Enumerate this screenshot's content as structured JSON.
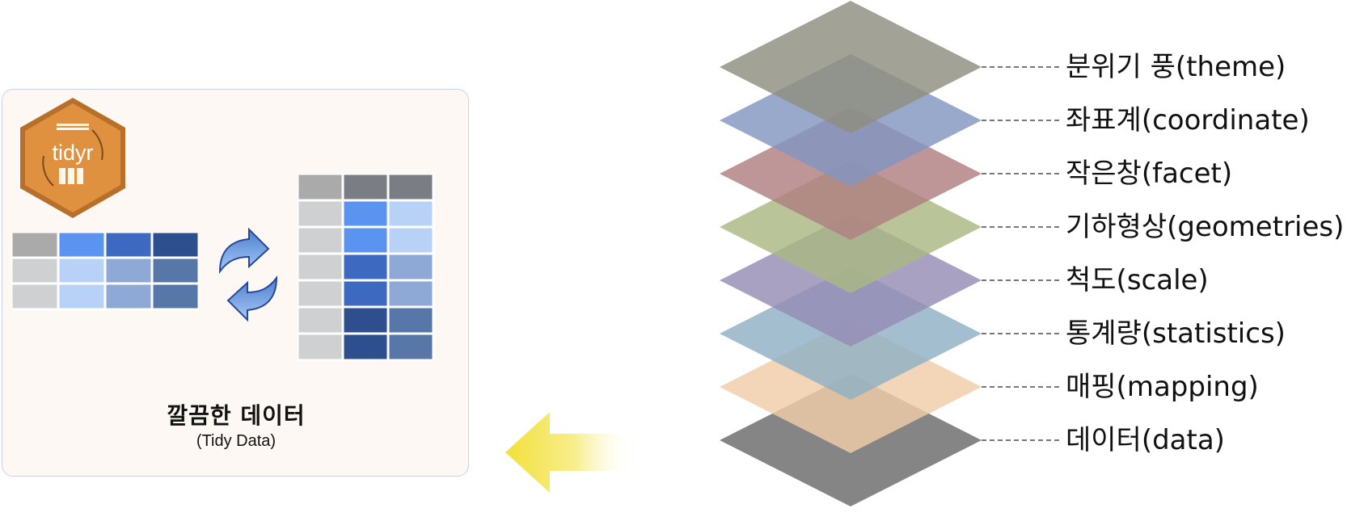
{
  "tidy": {
    "logo_text": "tidyr",
    "title": "깔끔한 데이터",
    "subtitle": "(Tidy Data)"
  },
  "layers": [
    {
      "label": "분위기 풍(theme)",
      "color": "#8f8d7f"
    },
    {
      "label": "좌표계(coordinate)",
      "color": "#8396c0"
    },
    {
      "label": "작은창(facet)",
      "color": "#b07f80"
    },
    {
      "label": "기하형상(geometries)",
      "color": "#a9b882"
    },
    {
      "label": "척도(scale)",
      "color": "#958cb5"
    },
    {
      "label": "통계량(statistics)",
      "color": "#8fb0c3"
    },
    {
      "label": "매핑(mapping)",
      "color": "#f0cca8"
    },
    {
      "label": "데이터(data)",
      "color": "#6a6a6a"
    }
  ]
}
